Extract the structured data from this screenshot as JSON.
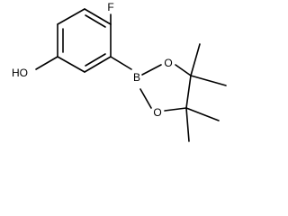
{
  "molecule": {
    "atoms": {
      "fluorine": "F",
      "hydroxyl": "HO",
      "boron": "B",
      "oxygen_upper": "O",
      "oxygen_lower": "O"
    }
  },
  "colors": {
    "bond": "#000000",
    "label": "#000000",
    "background": "#ffffff"
  }
}
